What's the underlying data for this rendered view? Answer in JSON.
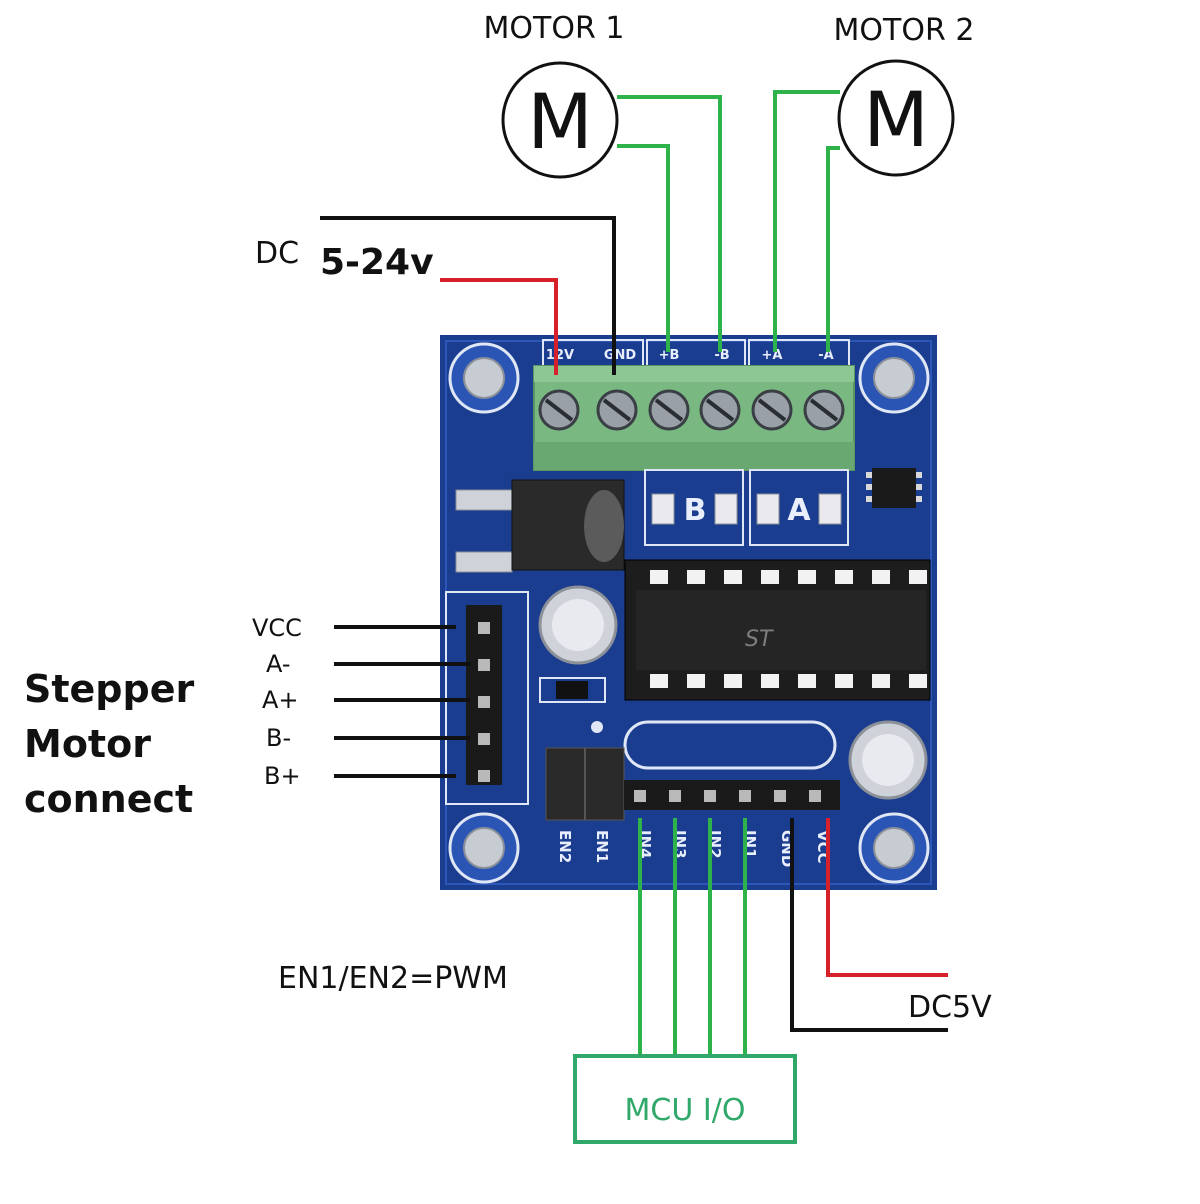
{
  "motors": {
    "motor1": {
      "label": "MOTOR 1",
      "symbol": "M"
    },
    "motor2": {
      "label": "MOTOR 2",
      "symbol": "M"
    }
  },
  "power_in": {
    "prefix": "DC",
    "range": "5-24v"
  },
  "stepper": {
    "title_lines": [
      "Stepper",
      "Motor",
      "connect"
    ],
    "pins": [
      "VCC",
      "A-",
      "A+",
      "B-",
      "B+"
    ]
  },
  "terminal_labels": [
    "12V",
    "GND",
    "+B",
    "-B",
    "+A",
    "-A"
  ],
  "board_letters": {
    "b": "B",
    "a": "A"
  },
  "header_pins": [
    "EN2",
    "EN1",
    "IN4",
    "IN3",
    "IN2",
    "IN1",
    "GND",
    "VCC"
  ],
  "pwm_note": "EN1/EN2=PWM",
  "logic_power": "DC5V",
  "mcu_label": "MCU  I/O",
  "colors": {
    "wire_green": "#2db34a",
    "wire_red": "#d6202a",
    "wire_black": "#111111",
    "board_blue": "#1b3d8f",
    "terminal_green": "#7ab882",
    "mcu_border": "#2fa86a"
  }
}
